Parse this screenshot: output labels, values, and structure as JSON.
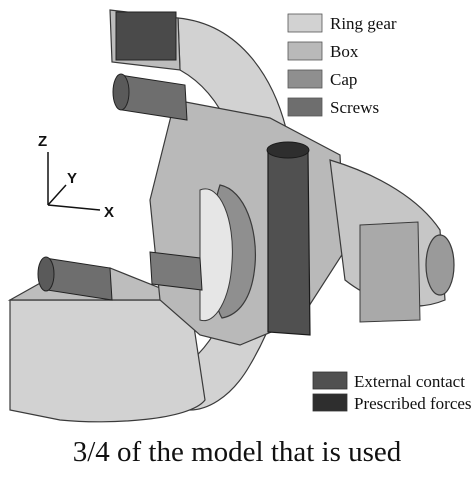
{
  "colors": {
    "ring_gear": "#d2d2d2",
    "box": "#b9b9b9",
    "cap": "#8f8f8f",
    "screws": "#6e6e6e",
    "external_contact": "#505050",
    "prescribed_forces": "#2e2e2e",
    "outline": "#3a3a3a"
  },
  "legend_top": [
    {
      "label": "Ring gear",
      "swatch": "ring_gear"
    },
    {
      "label": "Box",
      "swatch": "box"
    },
    {
      "label": "Cap",
      "swatch": "cap"
    },
    {
      "label": "Screws",
      "swatch": "screws"
    }
  ],
  "legend_bottom": [
    {
      "label": "External contact",
      "swatch": "external_contact"
    },
    {
      "label": "Prescribed forces",
      "swatch": "prescribed_forces"
    }
  ],
  "axes": {
    "z": "Z",
    "y": "Y",
    "x": "X"
  },
  "caption": "3/4 of the model that is used"
}
